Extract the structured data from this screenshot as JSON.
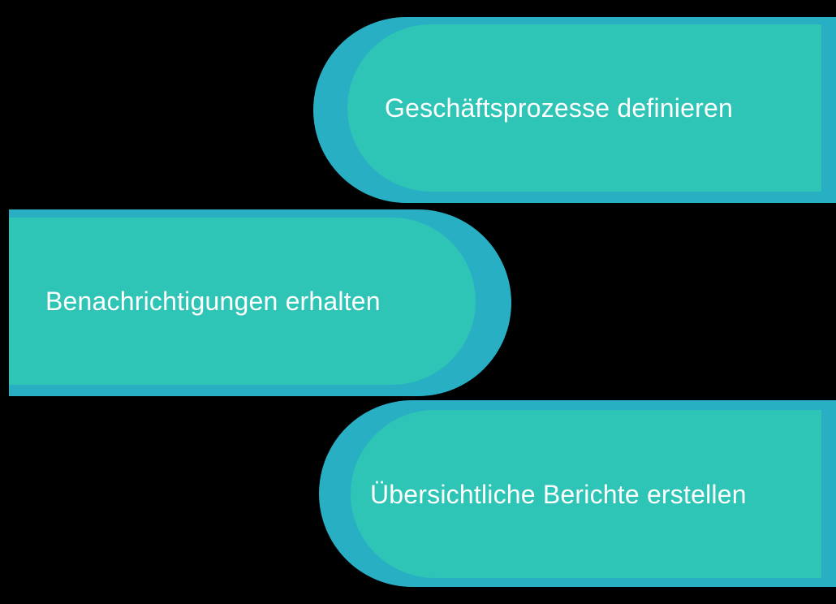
{
  "diagram": {
    "type": "stacked-rounded-bars",
    "background_color": "#000000",
    "bar_fill_color": "#2EC4B6",
    "bar_shadow_color": "#29AFC4",
    "label_color": "#FFFFFF",
    "bars": [
      {
        "id": "define-business-processes",
        "label": "Geschäftsprozesse definieren",
        "rounded_side": "left",
        "align": "right"
      },
      {
        "id": "receive-notifications",
        "label": "Benachrichtigungen erhalten",
        "rounded_side": "right",
        "align": "left"
      },
      {
        "id": "create-clear-reports",
        "label": "Übersichtliche Berichte erstellen",
        "rounded_side": "left",
        "align": "right"
      }
    ]
  }
}
